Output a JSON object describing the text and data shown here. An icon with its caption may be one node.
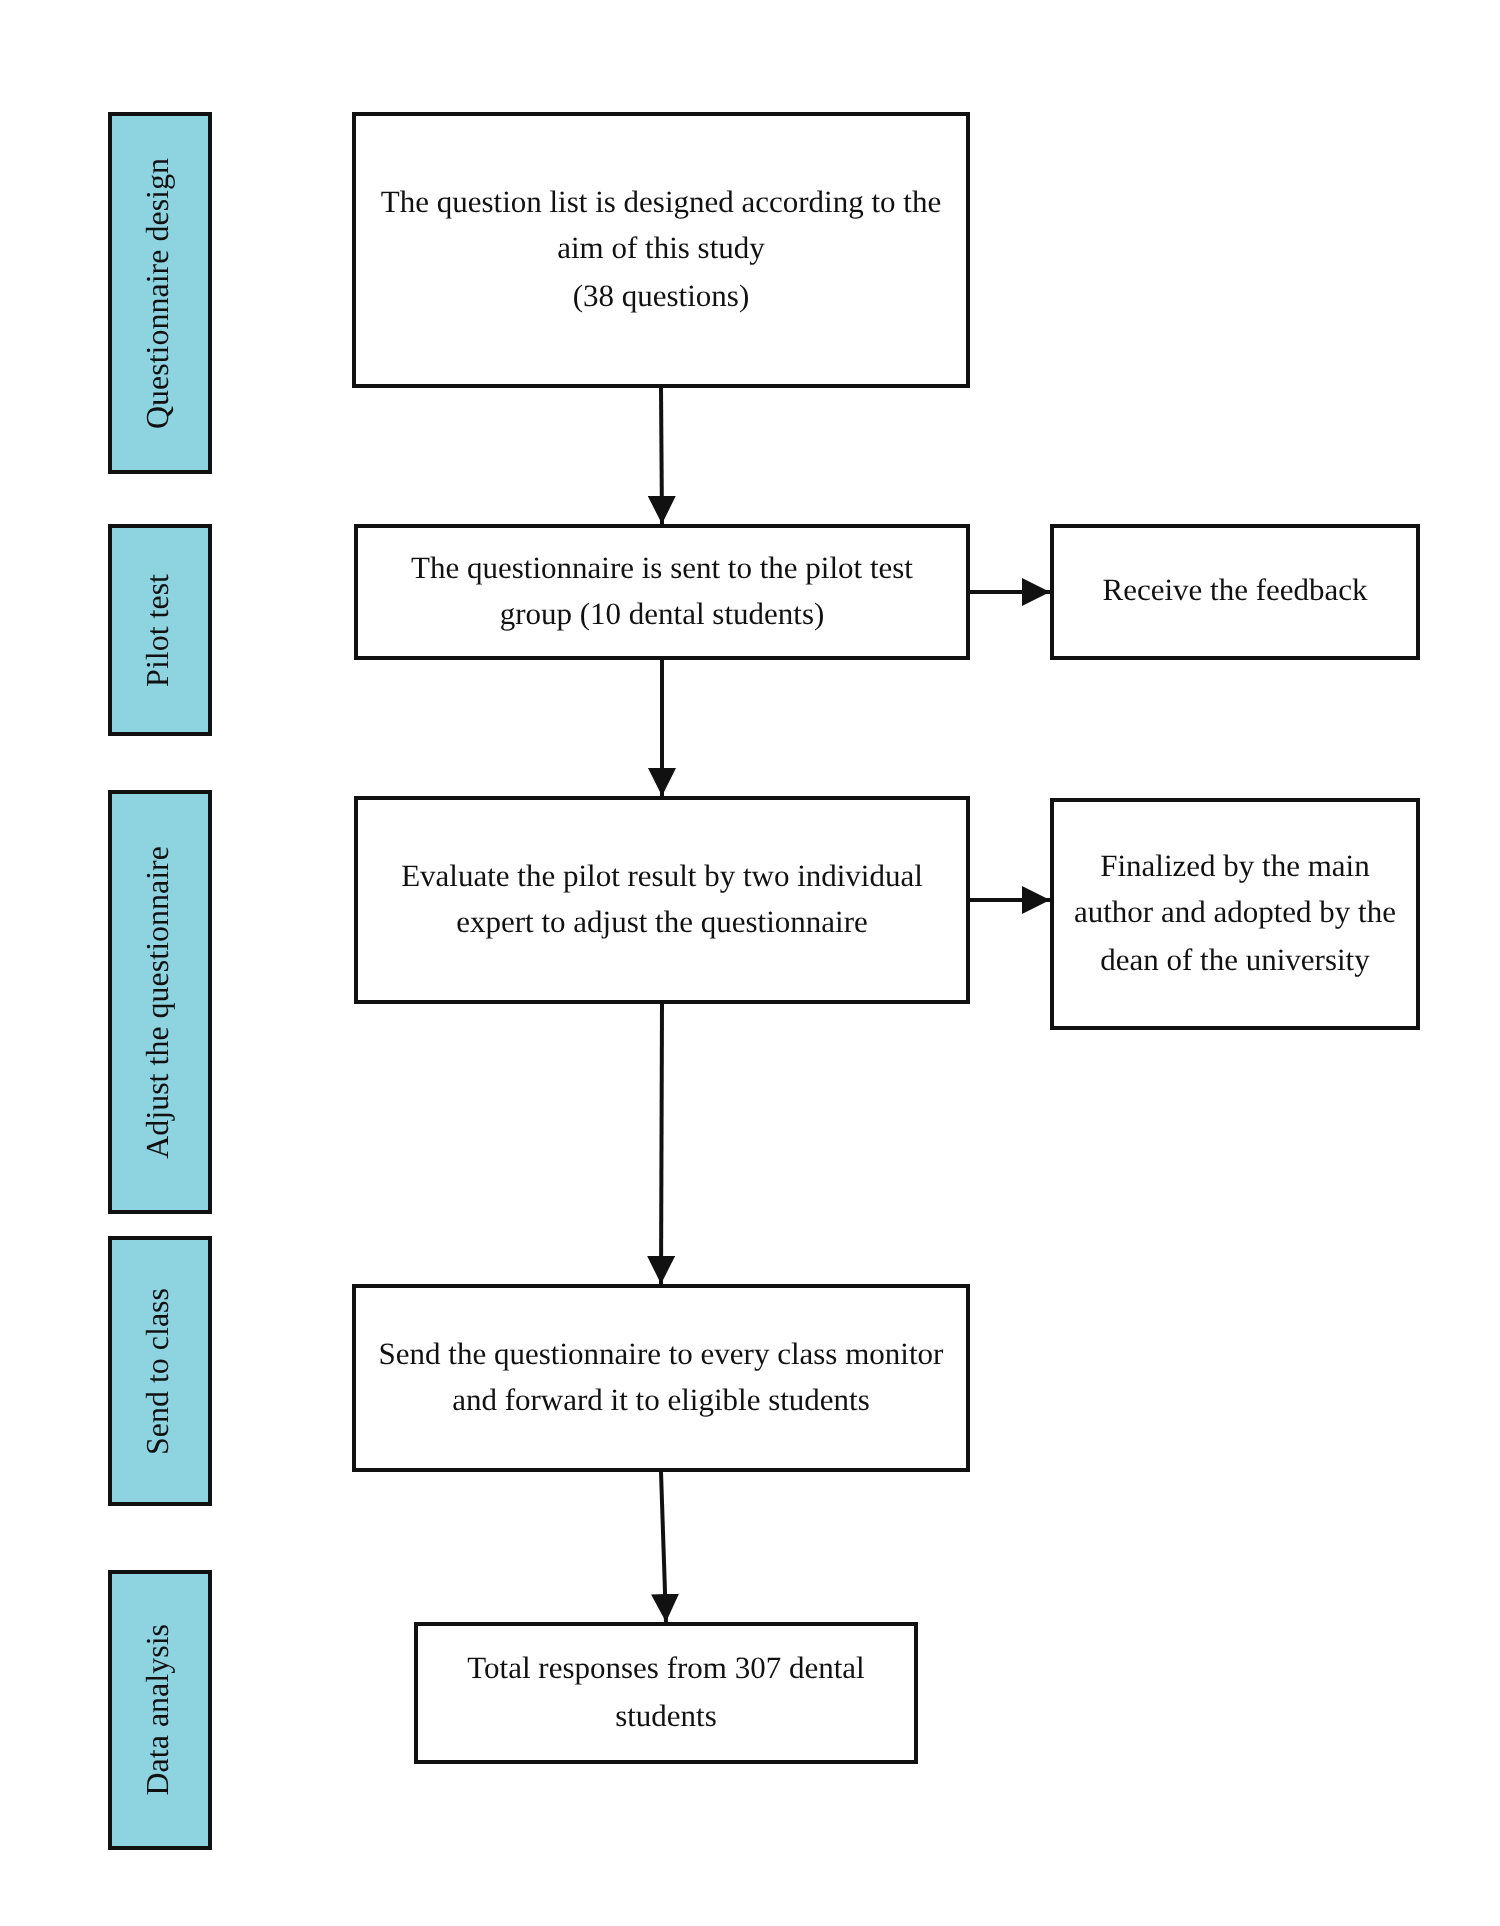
{
  "diagram": {
    "nodes": [
      {
        "text": [
          "Questionnaire design"
        ]
      },
      {
        "text": [
          "The question list is designed according to the aim of this study",
          "(38 questions)"
        ]
      },
      {
        "text": [
          "Pilot test"
        ]
      },
      {
        "text": [
          "The questionnaire is sent to the pilot test group (10 dental students)"
        ]
      },
      {
        "text": [
          "Receive the feedback"
        ]
      },
      {
        "text": [
          "Adjust the questionnaire"
        ]
      },
      {
        "text": [
          "Evaluate the pilot result by two individual expert to adjust the questionnaire"
        ]
      },
      {
        "text": [
          "Finalized by the main author and adopted by the dean of  the university"
        ]
      },
      {
        "text": [
          "Send to class"
        ]
      },
      {
        "text": [
          "Send the questionnaire to every class monitor and forward it to eligible students"
        ]
      },
      {
        "text": [
          "Data analysis"
        ]
      },
      {
        "text": [
          "Total responses from 307 dental students"
        ]
      }
    ],
    "edges": [
      {
        "from": 1,
        "to": 3,
        "arrow": "to"
      },
      {
        "from": 3,
        "to": 4,
        "arrow": "to"
      },
      {
        "from": 3,
        "to": 6,
        "arrow": "to"
      },
      {
        "from": 6,
        "to": 7,
        "arrow": "to"
      },
      {
        "from": 6,
        "to": 9,
        "arrow": "to"
      },
      {
        "from": 9,
        "to": 11,
        "arrow": "to"
      }
    ]
  }
}
